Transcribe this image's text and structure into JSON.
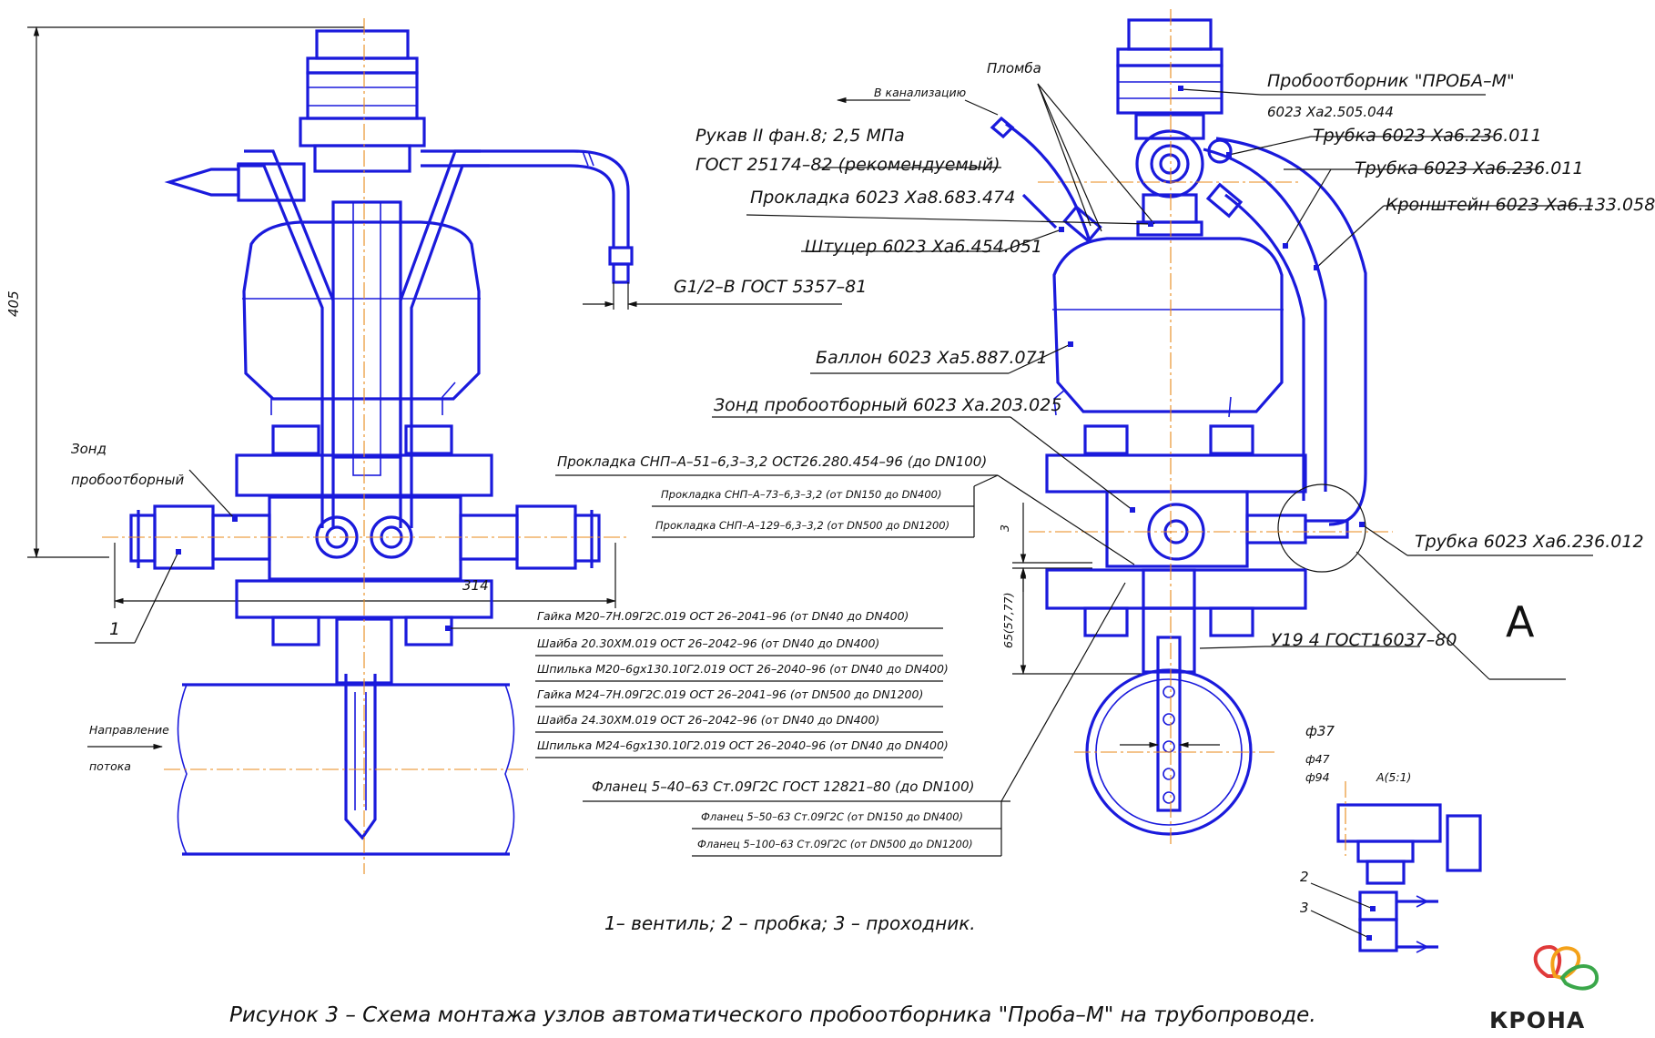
{
  "dimensions": {
    "height_405": "405",
    "width_314": "314",
    "dim_3": "3",
    "dim_65": "65(57,77)",
    "d37": "ф37",
    "d47": "ф47",
    "d94": "ф94"
  },
  "left_view": {
    "probe_label_line1": "Зонд",
    "probe_label_line2": "пробоотборный",
    "callout_1": "1",
    "flow_line1": "Направление",
    "flow_line2": "потока"
  },
  "right_view": {
    "to_sewer": "В канализацию",
    "seal": "Пломба",
    "sampler": "Пробоотборник \"ПРОБА–М\"",
    "sampler_code": "6023 Ха2.505.044",
    "tube_1": "Трубка 6023 Ха6.236.011",
    "tube_2": "Трубка 6023 Ха6.236.011",
    "bracket": "Кронштейн 6023 Ха6.133.058",
    "hose_1": "Рукав II фан.8; 2,5 МПа",
    "hose_2": "ГОСТ 25174–82 (рекомендуемый)",
    "gasket": "Прокладка 6023 Ха8.683.474",
    "fitting": "Штуцер 6023 Ха6.454.051",
    "thread": "G1/2–B ГОСТ 5357–81",
    "cylinder": "Баллон 6023 Ха5.887.071",
    "probe": "Зонд пробоотборный 6023 Ха.203.025",
    "tube_3": "Трубка 6023 Ха6.236.012",
    "weld": "У19   4 ГОСТ16037–80",
    "view_a": "A"
  },
  "gasket_spec": {
    "main": "Прокладка СНП–А–51–6,3–3,2 ОСТ26.280.454–96 (до DN100)",
    "rows": [
      "Прокладка СНП–А–73–6,3–3,2 (от DN150 до DN400)",
      "Прокладка СНП–А–129–6,3–3,2 (от DN500 до DN1200)"
    ]
  },
  "fastener_spec": {
    "rows": [
      "Гайка М20–7Н.09Г2С.019 ОСТ 26–2041–96 (от DN40 до DN400)",
      "Шайба 20.30ХМ.019 ОСТ 26–2042–96 (от DN40 до DN400)",
      "Шпилька М20–6gх130.10Г2.019 ОСТ 26–2040–96 (от DN40 до DN400)",
      "Гайка М24–7Н.09Г2С.019 ОСТ 26–2041–96 (от DN500 до DN1200)",
      "Шайба 24.30ХМ.019 ОСТ 26–2042–96 (от DN40 до DN400)",
      "Шпилька М24–6gх130.10Г2.019 ОСТ 26–2040–96 (от DN40 до DN400)"
    ]
  },
  "flange_spec": {
    "main": "Фланец 5–40–63 Ст.09Г2С ГОСТ 12821–80 (до DN100)",
    "rows": [
      "Фланец 5–50–63 Ст.09Г2С (от DN150 до DN400)",
      "Фланец 5–100–63 Ст.09Г2С (от DN500 до DN1200)"
    ]
  },
  "detail_view": {
    "title": "A(5:1)",
    "callout_2": "2",
    "callout_3": "3"
  },
  "legend": "1– вентиль;  2 – пробка;  3 – проходник.",
  "caption": "Рисунок 3 – Схема монтажа узлов автоматического пробоотборника \"Проба–М\" на трубопроводе.",
  "logo": {
    "text": "КРОНА",
    "colors": [
      "#e03a3a",
      "#f4a21a",
      "#3aa74a"
    ]
  },
  "colors": {
    "drawing": "#1a1adc",
    "axis": "#e88a1a",
    "text": "#111111"
  }
}
